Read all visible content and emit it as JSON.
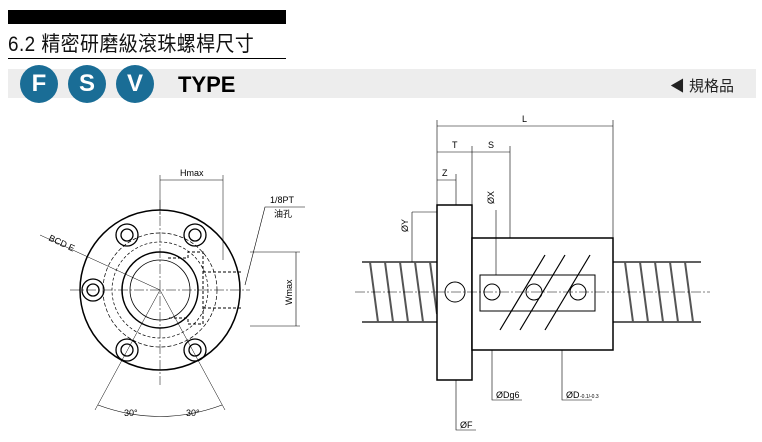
{
  "header": {
    "title": "6.2 精密研磨級滾珠螺桿尺寸",
    "badges": [
      "F",
      "S",
      "V"
    ],
    "type_label": "TYPE",
    "spec_link": "◀ 規格品"
  },
  "drawing": {
    "front_view": {
      "hmax": "Hmax",
      "pt": "1/8PT",
      "oil_hole": "油孔",
      "bcd": "BCD E",
      "wmax": "Wmax",
      "angle_left": "30°",
      "angle_right": "30°"
    },
    "side_view": {
      "l": "L",
      "t": "T",
      "s": "S",
      "z": "Z",
      "x": "ØX",
      "y": "ØY",
      "f": "ØF",
      "dg6": "ØDg6",
      "d": "ØD",
      "d_tol": "-0.1/-0.3"
    }
  }
}
